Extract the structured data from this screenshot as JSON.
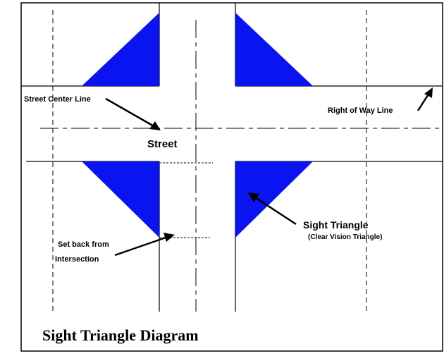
{
  "diagram": {
    "labels": {
      "center_line": "Street Center Line",
      "right_of_way": "Right of Way Line",
      "street": "Street",
      "sight_triangle": "Sight Triangle",
      "clear_vision": "(Clear Vision Triangle)",
      "setback_line1": "Set back from",
      "setback_line2": "Intersection"
    },
    "caption": "Sight Triangle Diagram",
    "colors": {
      "triangle_fill": "#0a14f0",
      "line": "#000000",
      "background": "#ffffff"
    }
  }
}
